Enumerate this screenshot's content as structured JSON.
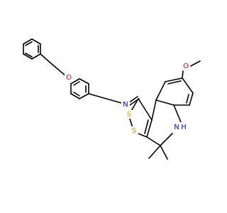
{
  "molecule": {
    "atoms": {
      "O_ether": {
        "text": "O",
        "color": "#ff0000"
      },
      "N_imine": {
        "text": "N",
        "color": "#0000ff"
      },
      "S_1": {
        "text": "S",
        "color": "#b2a000"
      },
      "S_2": {
        "text": "S",
        "color": "#b2a000"
      },
      "N_amine": {
        "text": "N",
        "color": "#0000ff"
      },
      "H_amine": {
        "text": "H",
        "color": "#0000ff"
      },
      "O_methoxy": {
        "text": "O",
        "color": "#ff0000"
      }
    }
  },
  "colors": {
    "bond": "#000000",
    "oxygen": "#ff0000",
    "nitrogen": "#0000ff",
    "sulfur": "#b2a000",
    "background": "#ffffff"
  }
}
